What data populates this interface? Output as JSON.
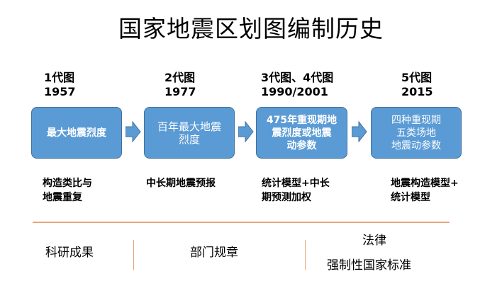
{
  "title": "国家地震区划图编制历史",
  "generations": [
    {
      "label": "1代图",
      "year": "1957",
      "box": [
        "最大地震烈度"
      ],
      "desc": [
        "构造类比与",
        "地震重复"
      ]
    },
    {
      "label": "2代图",
      "year": "1977",
      "box": [
        "百年最大地震",
        "烈度"
      ],
      "desc": [
        "中长期地震预报"
      ]
    },
    {
      "label": "3代图、4代图",
      "year": "1990/2001",
      "box": [
        "475年重现期地",
        "震烈度或地震",
        "动参数"
      ],
      "desc": [
        "统计模型+中长",
        "期预测加权"
      ]
    },
    {
      "label": "5代图",
      "year": "2015",
      "box": [
        "四种重现期",
        "五类场地",
        "地震动参数"
      ],
      "desc": [
        "地震构造模型+",
        "统计模型"
      ]
    }
  ],
  "categories": {
    "research": "科研成果",
    "regulation": "部门规章",
    "law": "法律",
    "standard": "强制性国家标准"
  },
  "colors": {
    "box_fill": "#5b9bd5",
    "box_border": "#41719c",
    "divider": "#e8a47c"
  }
}
